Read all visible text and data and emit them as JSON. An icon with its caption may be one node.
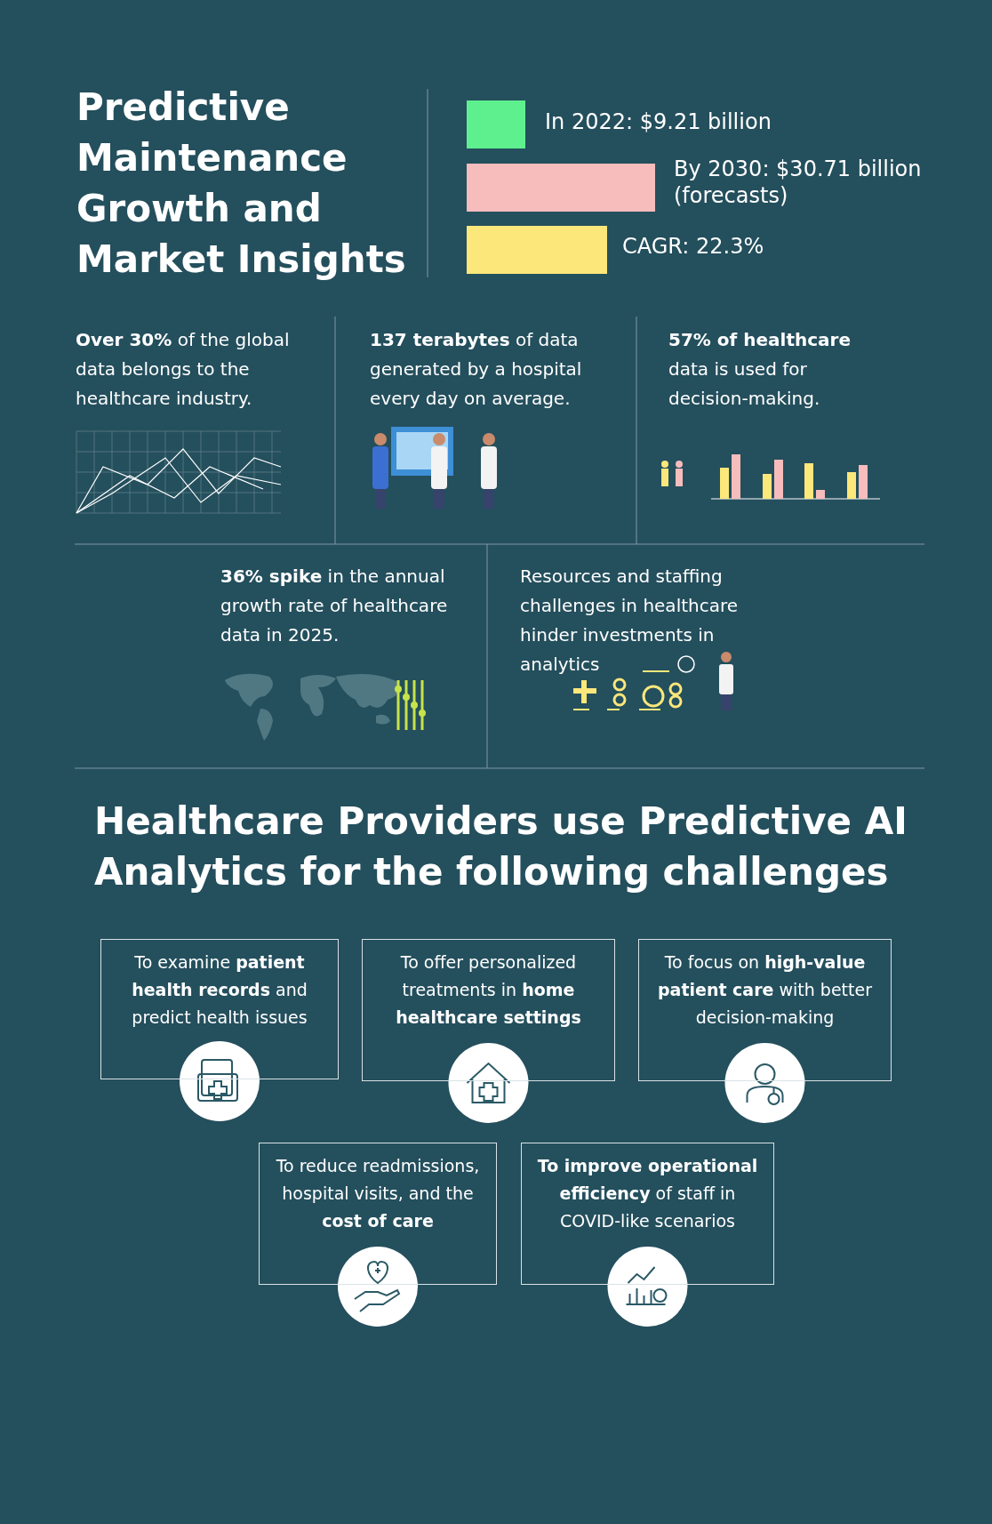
{
  "diagram": {
    "title": "Predictive Maintenance Growth and Market Insights",
    "nodes": [
      {
        "text": [],
        "shape": "bar",
        "beside": [
          "In 2022: $9.21 billion"
        ]
      },
      {
        "text": [],
        "shape": "bar",
        "beside": [
          "By 2030: $30.71 billion (forecasts)"
        ]
      },
      {
        "text": [],
        "shape": "bar",
        "beside": [
          "CAGR: 22.3%"
        ]
      },
      {
        "text": [
          "To examine **patient health records** and predict health issues"
        ]
      },
      {
        "text": [
          "To offer personalized treatments in **home healthcare settings**"
        ]
      },
      {
        "text": [
          "To focus on **high-value patient care** with better decision-making"
        ]
      },
      {
        "text": [
          "To reduce readmissions, hospital visits, and the **cost of care**"
        ]
      },
      {
        "text": [
          "**To improve operational efficiency** of staff in COVID-like scenarios"
        ]
      }
    ],
    "labels": [
      "**Over 30%** of the global data belongs to the healthcare industry.",
      "**137 terabytes** of data generated by a hospital every day on average.",
      "**57% of healthcare** data is used for decision-making.",
      "**36% spike** in the annual growth rate of healthcare data in 2025.",
      "Resources and staffing challenges in healthcare hinder investments in analytics",
      "Healthcare Providers use Predictive AI Analytics for the following challenges"
    ]
  }
}
